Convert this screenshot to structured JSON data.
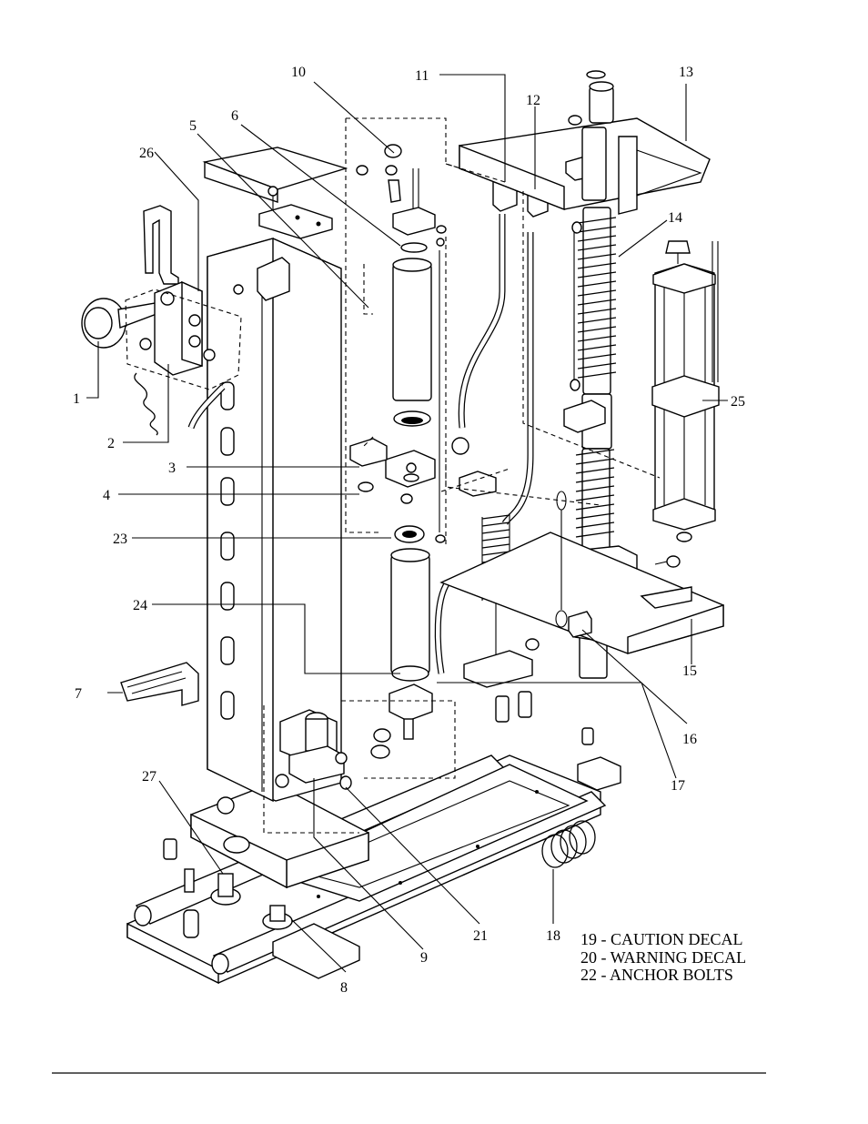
{
  "diagram": {
    "callouts": [
      {
        "id": "c1",
        "text": "1"
      },
      {
        "id": "c2",
        "text": "2"
      },
      {
        "id": "c3",
        "text": "3"
      },
      {
        "id": "c4",
        "text": "4"
      },
      {
        "id": "c5",
        "text": "5"
      },
      {
        "id": "c6",
        "text": "6"
      },
      {
        "id": "c7",
        "text": "7"
      },
      {
        "id": "c8",
        "text": "8"
      },
      {
        "id": "c9",
        "text": "9"
      },
      {
        "id": "c10",
        "text": "10"
      },
      {
        "id": "c11",
        "text": "11"
      },
      {
        "id": "c12",
        "text": "12"
      },
      {
        "id": "c13",
        "text": "13"
      },
      {
        "id": "c14",
        "text": "14"
      },
      {
        "id": "c15",
        "text": "15"
      },
      {
        "id": "c16",
        "text": "16"
      },
      {
        "id": "c17",
        "text": "17"
      },
      {
        "id": "c18",
        "text": "18"
      },
      {
        "id": "c21",
        "text": "21"
      },
      {
        "id": "c23",
        "text": "23"
      },
      {
        "id": "c24",
        "text": "24"
      },
      {
        "id": "c25",
        "text": "25"
      },
      {
        "id": "c26",
        "text": "26"
      },
      {
        "id": "c27",
        "text": "27"
      }
    ],
    "notes": [
      "19 - CAUTION DECAL",
      "20 - WARNING DECAL",
      "22 - ANCHOR BOLTS"
    ]
  },
  "colors": {
    "ink": "#000000",
    "paper": "#ffffff"
  }
}
